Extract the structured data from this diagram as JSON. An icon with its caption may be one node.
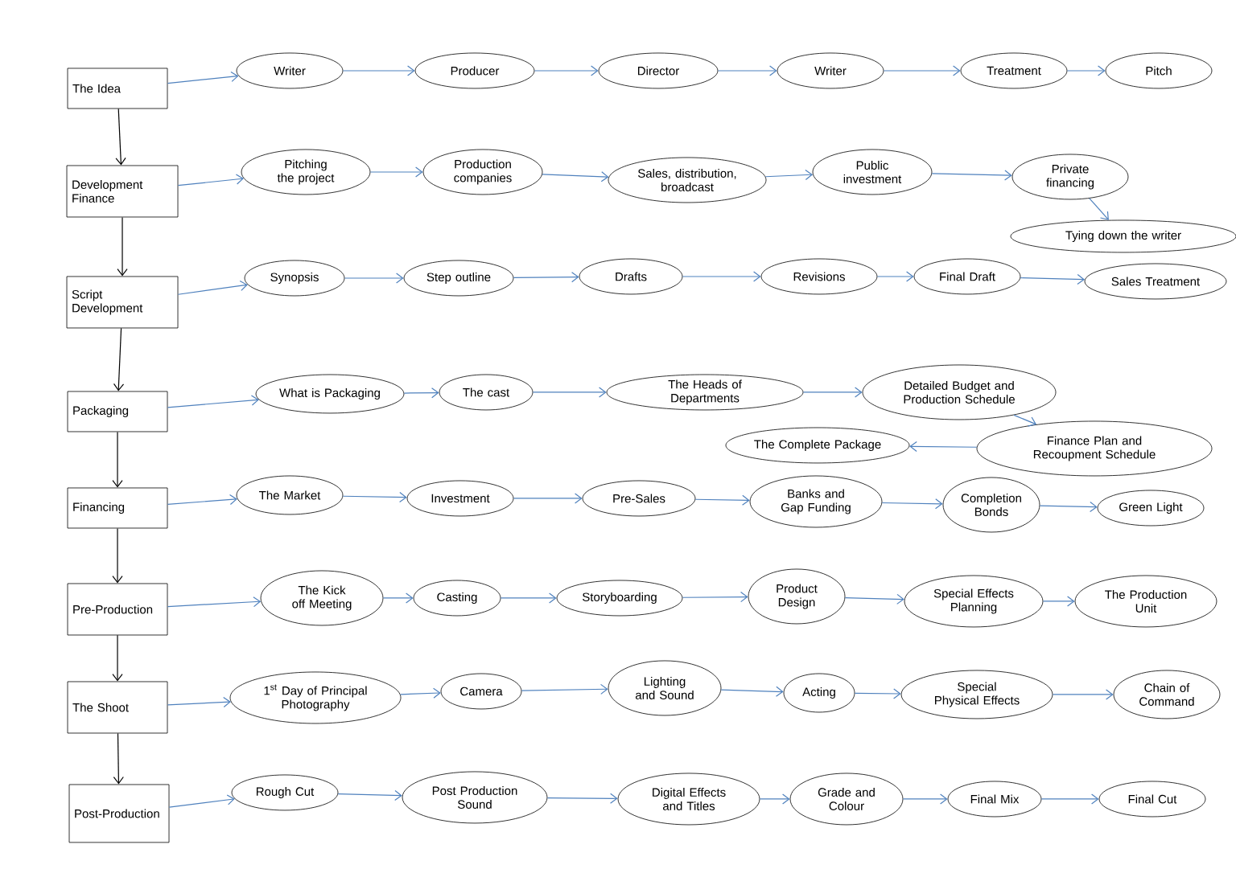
{
  "diagram": {
    "nodes": [
      {
        "text": [
          "The Idea"
        ]
      },
      {
        "text": [
          "Writer"
        ]
      },
      {
        "text": [
          "Producer"
        ]
      },
      {
        "text": [
          "Director"
        ]
      },
      {
        "text": [
          "Writer"
        ]
      },
      {
        "text": [
          "Treatment"
        ]
      },
      {
        "text": [
          "Pitch"
        ]
      },
      {
        "text": [
          "Development Finance"
        ]
      },
      {
        "text": [
          "Pitching the project"
        ]
      },
      {
        "text": [
          "Production companies"
        ]
      },
      {
        "text": [
          "Sales, distribution, broadcast"
        ]
      },
      {
        "text": [
          "Public investment"
        ]
      },
      {
        "text": [
          "Private financing"
        ]
      },
      {
        "text": [
          "Tying down the writer"
        ]
      },
      {
        "text": [
          "Script Development"
        ]
      },
      {
        "text": [
          "Synopsis"
        ]
      },
      {
        "text": [
          "Step outline"
        ]
      },
      {
        "text": [
          "Drafts"
        ]
      },
      {
        "text": [
          "Revisions"
        ]
      },
      {
        "text": [
          "Final Draft"
        ]
      },
      {
        "text": [
          "Sales Treatment"
        ]
      },
      {
        "text": [
          "Packaging"
        ]
      },
      {
        "text": [
          "What is Packaging"
        ]
      },
      {
        "text": [
          "The cast"
        ]
      },
      {
        "text": [
          "The Heads of Departments"
        ]
      },
      {
        "text": [
          "Detailed Budget and Production Schedule"
        ]
      },
      {
        "text": [
          "Finance Plan and Recoupment Schedule"
        ]
      },
      {
        "text": [
          "The Complete Package"
        ]
      },
      {
        "text": [
          "Financing"
        ]
      },
      {
        "text": [
          "The Market"
        ]
      },
      {
        "text": [
          "Investment"
        ]
      },
      {
        "text": [
          "Pre-Sales"
        ]
      },
      {
        "text": [
          "Banks and Gap Funding"
        ]
      },
      {
        "text": [
          "Completion Bonds"
        ]
      },
      {
        "text": [
          "Green Light"
        ]
      },
      {
        "text": [
          "Pre-Production"
        ]
      },
      {
        "text": [
          "The Kick off Meeting"
        ]
      },
      {
        "text": [
          "Casting"
        ]
      },
      {
        "text": [
          "Storyboarding"
        ]
      },
      {
        "text": [
          "Product Design"
        ]
      },
      {
        "text": [
          "Special Effects Planning"
        ]
      },
      {
        "text": [
          "The Production Unit"
        ]
      },
      {
        "text": [
          "The Shoot"
        ]
      },
      {
        "text": [
          "1$^{st}$ Day of Principal Photography"
        ]
      },
      {
        "text": [
          "Camera"
        ]
      },
      {
        "text": [
          "Lighting and Sound"
        ]
      },
      {
        "text": [
          "Acting"
        ]
      },
      {
        "text": [
          "Special Physical Effects"
        ]
      },
      {
        "text": [
          "Chain of Command"
        ]
      },
      {
        "text": [
          "Post-Production"
        ]
      },
      {
        "text": [
          "Rough Cut"
        ]
      },
      {
        "text": [
          "Post Production Sound"
        ]
      },
      {
        "text": [
          "Digital Effects and Titles"
        ]
      },
      {
        "text": [
          "Grade and Colour"
        ]
      },
      {
        "text": [
          "Final Mix"
        ]
      },
      {
        "text": [
          "Final Cut"
        ]
      }
    ],
    "edges": [
      {
        "from": 0,
        "to": 7,
        "arrow": "to",
        "color": "#000000"
      },
      {
        "from": 7,
        "to": 14,
        "arrow": "to",
        "color": "#000000"
      },
      {
        "from": 14,
        "to": 21,
        "arrow": "to",
        "color": "#000000"
      },
      {
        "from": 21,
        "to": 28,
        "arrow": "to",
        "color": "#000000"
      },
      {
        "from": 28,
        "to": 35,
        "arrow": "to",
        "color": "#000000"
      },
      {
        "from": 35,
        "to": 42,
        "arrow": "to",
        "color": "#000000"
      },
      {
        "from": 42,
        "to": 49,
        "arrow": "to",
        "color": "#000000"
      },
      {
        "from": 0,
        "to": 1,
        "arrow": "to"
      },
      {
        "from": 1,
        "to": 2,
        "arrow": "to"
      },
      {
        "from": 2,
        "to": 3,
        "arrow": "to"
      },
      {
        "from": 3,
        "to": 4,
        "arrow": "to"
      },
      {
        "from": 4,
        "to": 5,
        "arrow": "to"
      },
      {
        "from": 5,
        "to": 6,
        "arrow": "to"
      },
      {
        "from": 7,
        "to": 8,
        "arrow": "to"
      },
      {
        "from": 8,
        "to": 9,
        "arrow": "to"
      },
      {
        "from": 9,
        "to": 10,
        "arrow": "to"
      },
      {
        "from": 10,
        "to": 11,
        "arrow": "to"
      },
      {
        "from": 11,
        "to": 12,
        "arrow": "to"
      },
      {
        "from": 12,
        "to": 13,
        "arrow": "to"
      },
      {
        "from": 14,
        "to": 15,
        "arrow": "to"
      },
      {
        "from": 15,
        "to": 16,
        "arrow": "to"
      },
      {
        "from": 16,
        "to": 17,
        "arrow": "to"
      },
      {
        "from": 17,
        "to": 18,
        "arrow": "to"
      },
      {
        "from": 18,
        "to": 19,
        "arrow": "to"
      },
      {
        "from": 19,
        "to": 20,
        "arrow": "to"
      },
      {
        "from": 21,
        "to": 22,
        "arrow": "to"
      },
      {
        "from": 22,
        "to": 23,
        "arrow": "to"
      },
      {
        "from": 23,
        "to": 24,
        "arrow": "to"
      },
      {
        "from": 24,
        "to": 25,
        "arrow": "to"
      },
      {
        "from": 25,
        "to": 26,
        "arrow": "to"
      },
      {
        "from": 26,
        "to": 27,
        "arrow": "to"
      },
      {
        "from": 28,
        "to": 29,
        "arrow": "to"
      },
      {
        "from": 29,
        "to": 30,
        "arrow": "to"
      },
      {
        "from": 30,
        "to": 31,
        "arrow": "to"
      },
      {
        "from": 31,
        "to": 32,
        "arrow": "to"
      },
      {
        "from": 32,
        "to": 33,
        "arrow": "to"
      },
      {
        "from": 33,
        "to": 34,
        "arrow": "to"
      },
      {
        "from": 35,
        "to": 36,
        "arrow": "to"
      },
      {
        "from": 36,
        "to": 37,
        "arrow": "to"
      },
      {
        "from": 37,
        "to": 38,
        "arrow": "to"
      },
      {
        "from": 38,
        "to": 39,
        "arrow": "to"
      },
      {
        "from": 39,
        "to": 40,
        "arrow": "to"
      },
      {
        "from": 40,
        "to": 41,
        "arrow": "to"
      },
      {
        "from": 42,
        "to": 43,
        "arrow": "to"
      },
      {
        "from": 43,
        "to": 44,
        "arrow": "to"
      },
      {
        "from": 44,
        "to": 45,
        "arrow": "to"
      },
      {
        "from": 45,
        "to": 46,
        "arrow": "to"
      },
      {
        "from": 46,
        "to": 47,
        "arrow": "to"
      },
      {
        "from": 47,
        "to": 48,
        "arrow": "to"
      },
      {
        "from": 49,
        "to": 50,
        "arrow": "to"
      },
      {
        "from": 50,
        "to": 51,
        "arrow": "to"
      },
      {
        "from": 51,
        "to": 52,
        "arrow": "to"
      },
      {
        "from": 52,
        "to": 53,
        "arrow": "to"
      },
      {
        "from": 53,
        "to": 54,
        "arrow": "to"
      },
      {
        "from": 54,
        "to": 55,
        "arrow": "to"
      }
    ]
  }
}
